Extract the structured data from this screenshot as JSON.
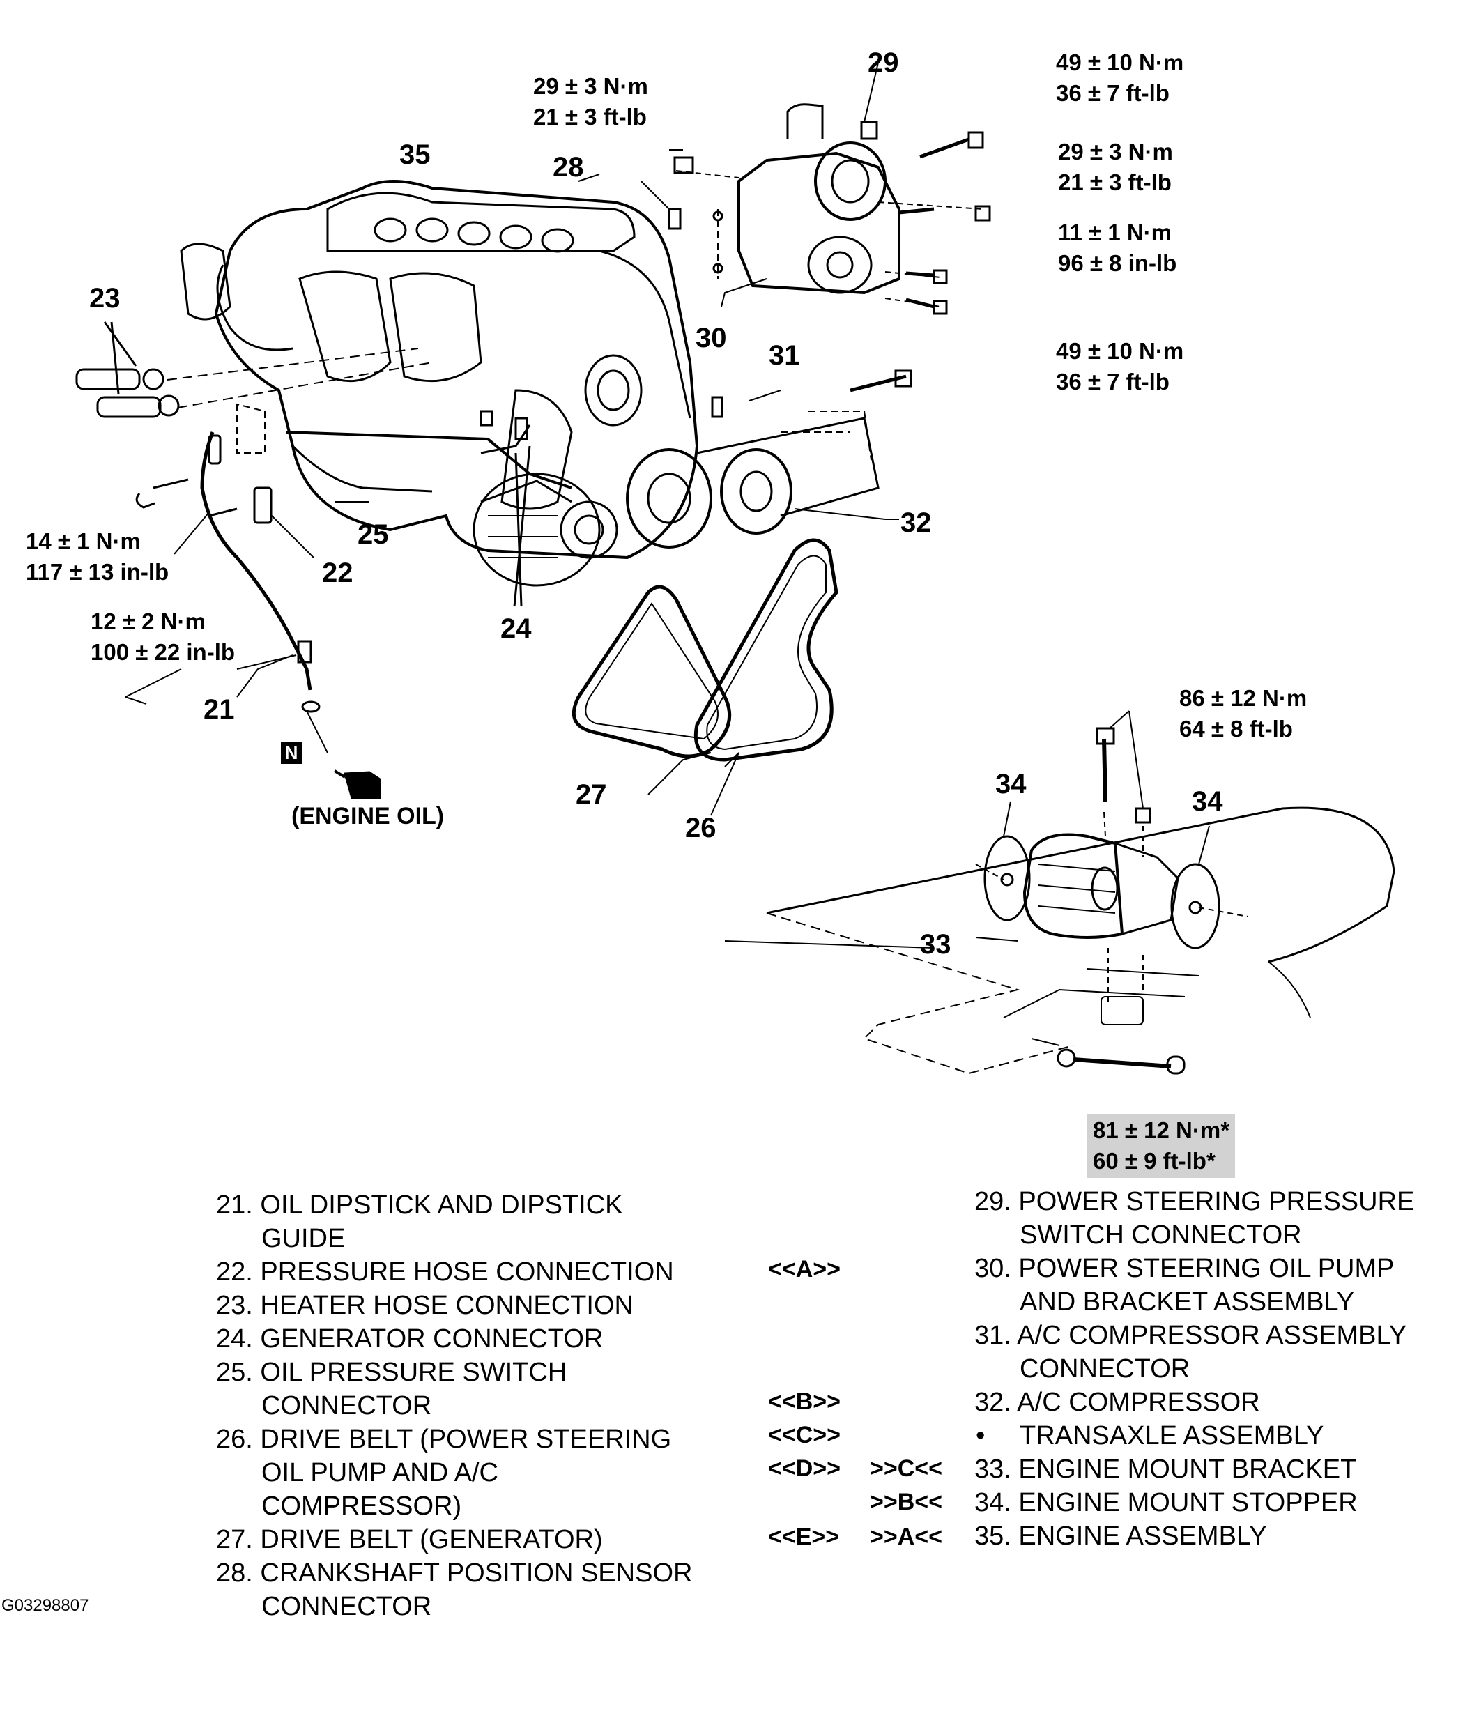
{
  "callouts": {
    "c21": "21",
    "c22": "22",
    "c23": "23",
    "c24": "24",
    "c25": "25",
    "c26": "26",
    "c27": "27",
    "c28": "28",
    "c29": "29",
    "c30": "30",
    "c31": "31",
    "c32": "32",
    "c33": "33",
    "c34a": "34",
    "c34b": "34",
    "c35": "35"
  },
  "torques": {
    "t1": [
      "29 ± 3 N·m",
      "21 ± 3 ft-lb"
    ],
    "t2": [
      "49 ± 10 N·m",
      "36 ± 7 ft-lb"
    ],
    "t3": [
      "29 ± 3 N·m",
      "21 ± 3 ft-lb"
    ],
    "t4": [
      "11 ± 1 N·m",
      "96 ± 8 in-lb"
    ],
    "t5": [
      "49 ± 10 N·m",
      "36 ± 7 ft-lb"
    ],
    "t6": [
      "14 ± 1 N·m",
      "117 ± 13 in-lb"
    ],
    "t7": [
      "12 ± 2 N·m",
      "100 ± 22 in-lb"
    ],
    "t8": [
      "86 ± 12 N·m",
      "64 ± 8 ft-lb"
    ],
    "t9": [
      "81 ± 12 N·m*",
      "60 ± 9 ft-lb*"
    ]
  },
  "oil_symbol": {
    "letter": "N",
    "label": "(ENGINE OIL)"
  },
  "legend_left": [
    "21. OIL DIPSTICK AND DIPSTICK",
    "GUIDE",
    "22. PRESSURE HOSE CONNECTION",
    "23. HEATER HOSE CONNECTION",
    "24. GENERATOR CONNECTOR",
    "25. OIL PRESSURE SWITCH",
    "CONNECTOR",
    "26. DRIVE BELT (POWER STEERING",
    "OIL PUMP AND A/C",
    "COMPRESSOR)",
    "27. DRIVE BELT (GENERATOR)",
    "28. CRANKSHAFT POSITION SENSOR",
    "CONNECTOR"
  ],
  "legend_right": [
    "29. POWER STEERING PRESSURE",
    "SWITCH CONNECTOR",
    "30. POWER STEERING OIL PUMP",
    "AND BRACKET ASSEMBLY",
    "31. A/C COMPRESSOR ASSEMBLY",
    "CONNECTOR",
    "32. A/C COMPRESSOR",
    "TRANSAXLE ASSEMBLY",
    "33. ENGINE MOUNT BRACKET",
    "34. ENGINE MOUNT STOPPER",
    "35. ENGINE ASSEMBLY"
  ],
  "bullet": "•",
  "codes": {
    "removal": [
      "<<A>>",
      "<<B>>",
      "<<C>>",
      "<<D>>",
      "<<E>>"
    ],
    "install": [
      ">>C<<",
      ">>B<<",
      ">>A<<"
    ]
  },
  "figure_id": "G03298807"
}
